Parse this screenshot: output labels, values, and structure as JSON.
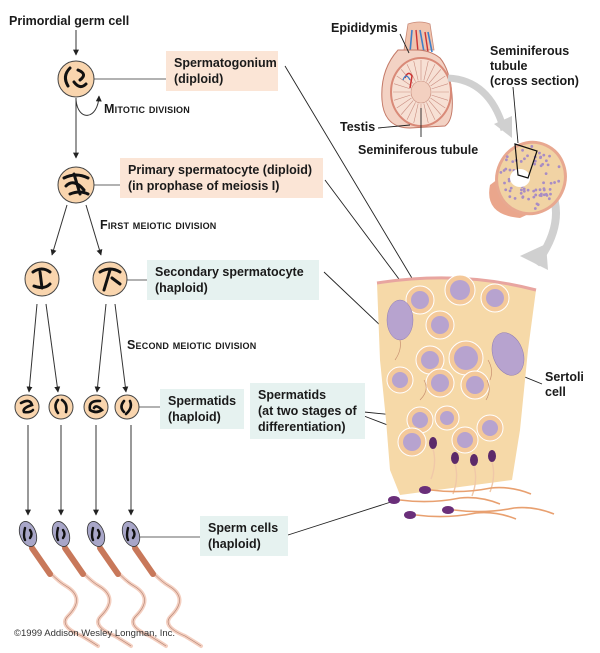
{
  "title": "Primordial germ cell",
  "process_labels": {
    "mitotic": "Mitotic division",
    "first_meiotic": "First meiotic division",
    "second_meiotic": "Second meiotic division"
  },
  "stage_boxes": {
    "spermatogonium": {
      "line1": "Spermatogonium",
      "line2": "(diploid)",
      "color": "#fbe5d6"
    },
    "primary": {
      "line1": "Primary spermatocyte (diploid)",
      "line2": "(in prophase of meiosis I)",
      "color": "#fbe5d6"
    },
    "secondary": {
      "line1": "Secondary spermatocyte",
      "line2": "(haploid)",
      "color": "#e6f2f0"
    },
    "spermatids": {
      "line1": "Spermatids",
      "line2": "(haploid)",
      "color": "#e6f2f0"
    },
    "spermatids_stages": {
      "line1": "Spermatids",
      "line2": "(at two stages of",
      "line3": "differentiation)",
      "color": "#e6f2f0"
    },
    "sperm": {
      "line1": "Sperm cells",
      "line2": "(haploid)",
      "color": "#e6f2f0"
    }
  },
  "anatomy_labels": {
    "epididymis": "Epididymis",
    "testis": "Testis",
    "seminiferous_tubule": "Seminiferous tubule",
    "cross_section_1": "Seminiferous",
    "cross_section_2": "tubule",
    "cross_section_3": "(cross section)",
    "sertoli_1": "Sertoli",
    "sertoli_2": "cell"
  },
  "copyright": "©1999 Addison Wesley Longman, Inc.",
  "colors": {
    "cell_fill": "#f9d5ae",
    "sperm_head": "#a8a6c8",
    "midpiece": "#c8785a",
    "tail": "#f4cfc0",
    "tissue": "#f6d9a8",
    "nucleus": "#a89ac8",
    "arrow_gray": "#cfcfcf"
  }
}
